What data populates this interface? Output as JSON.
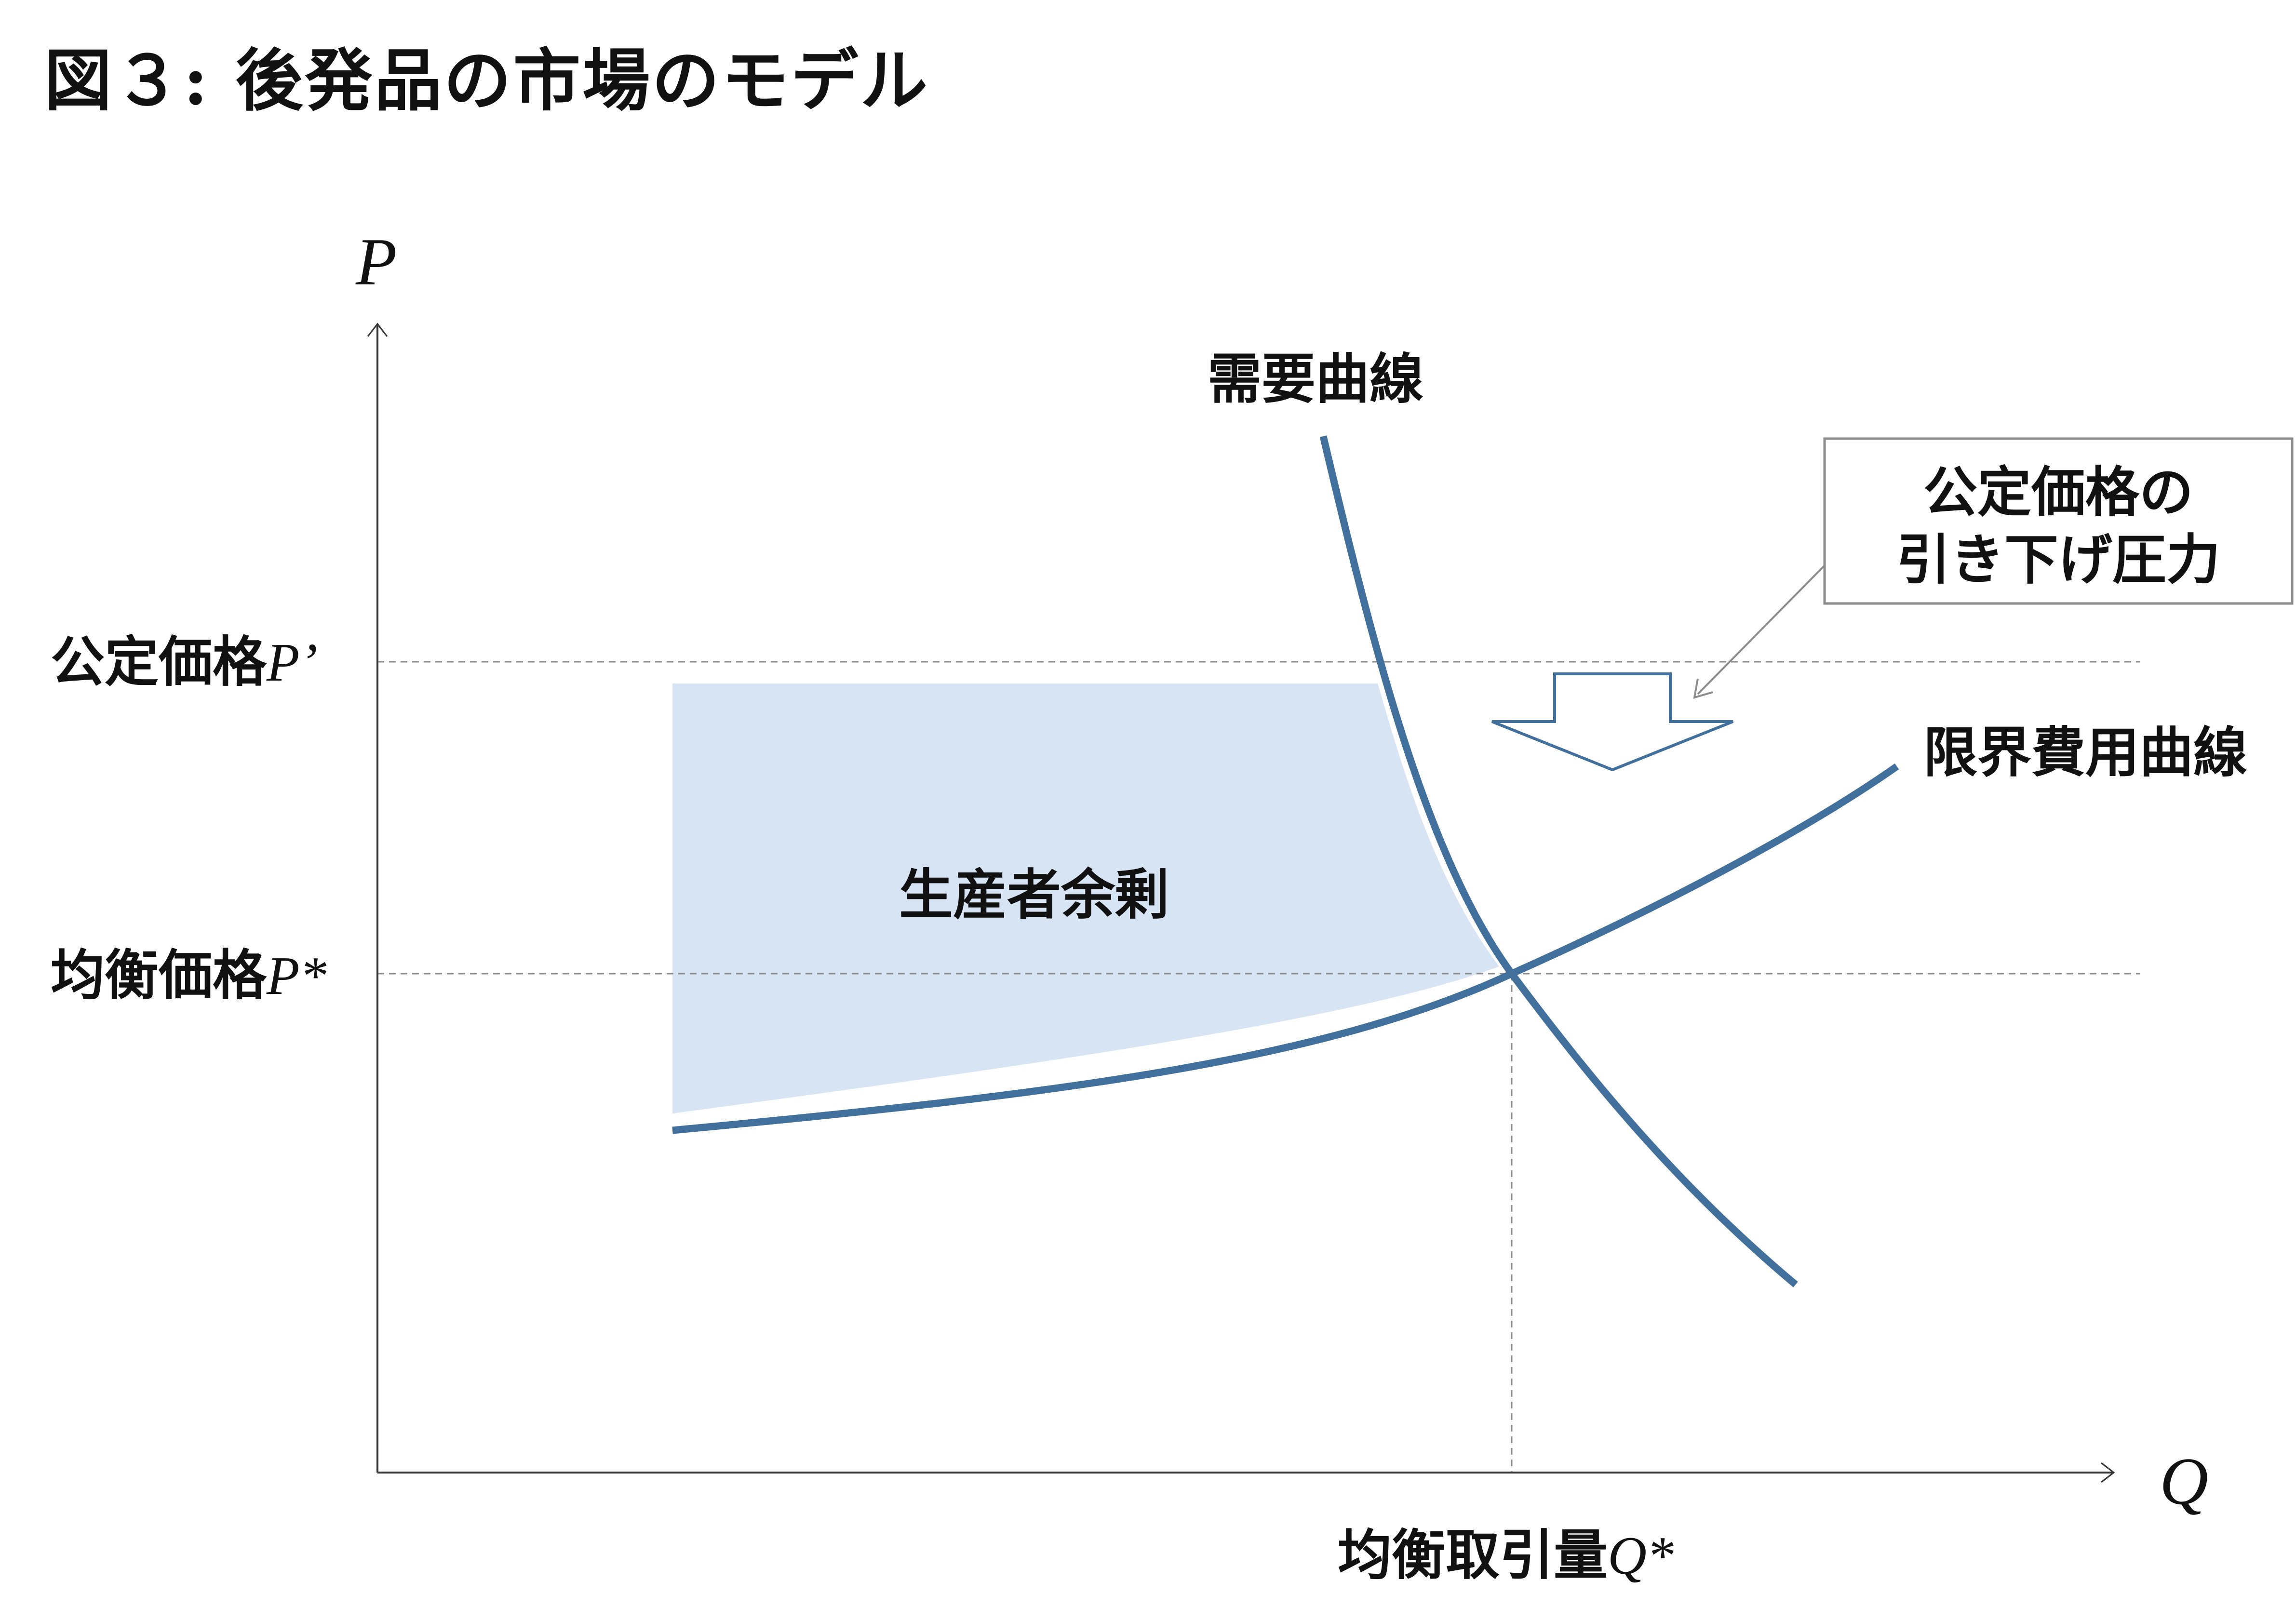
{
  "title": "図３: 後発品の市場のモデル",
  "axes": {
    "y_var": "P",
    "x_var": "Q"
  },
  "price_labels": {
    "official": {
      "text": "公定価格",
      "var": "P’"
    },
    "equilibrium": {
      "text": "均衡価格",
      "var": "P*"
    }
  },
  "quantity_label": {
    "text": "均衡取引量",
    "var": "Q*"
  },
  "curves": {
    "demand": "需要曲線",
    "marginal_cost": "限界費用曲線"
  },
  "area_label": "生産者余剰",
  "callout": {
    "line1": "公定価格の",
    "line2": "引き下げ圧力"
  },
  "colors": {
    "curve": "#41709c",
    "surplus_fill": "#d6e4f3",
    "axis": "#333333",
    "guide": "#8c8c8c",
    "callout_border": "#8c8c8c",
    "arrow": "#41709c"
  }
}
